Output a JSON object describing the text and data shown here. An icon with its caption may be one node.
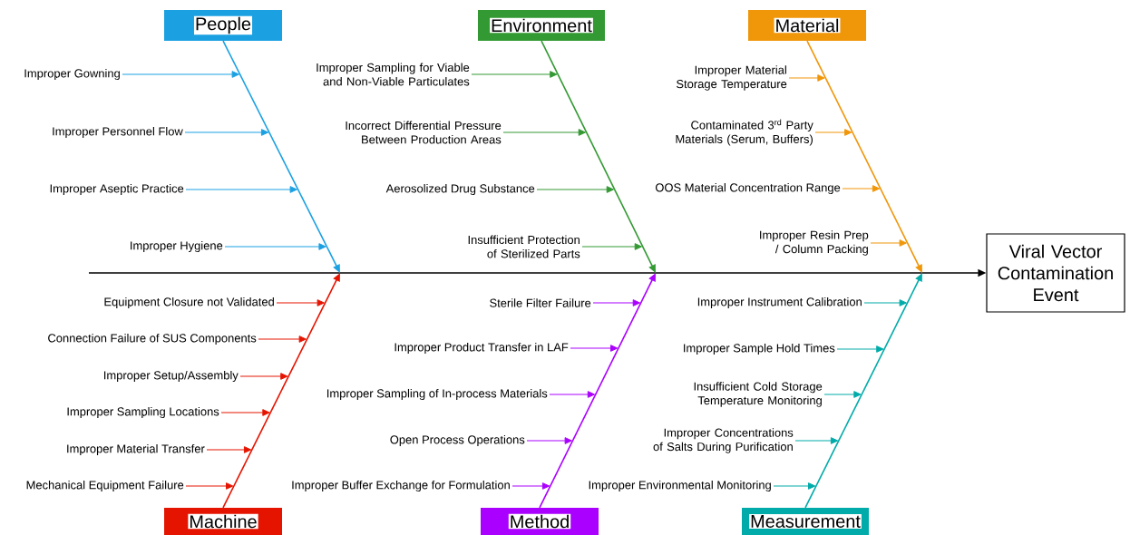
{
  "diagram": {
    "nodes": [
      {
        "text": [
          "People"
        ]
      },
      {
        "text": [
          "Improper Gowning"
        ]
      },
      {
        "text": [
          "Improper Personnel Flow"
        ]
      },
      {
        "text": [
          "Improper Aseptic Practice"
        ]
      },
      {
        "text": [
          "Improper Hygiene"
        ]
      },
      {
        "text": [
          "Environment"
        ]
      },
      {
        "text": [
          "Improper Sampling for Viable and Non-Viable Particulates"
        ]
      },
      {
        "text": [
          "Incorrect Differential Pressure Between Production Areas"
        ]
      },
      {
        "text": [
          "Aerosolized Drug Substance"
        ]
      },
      {
        "text": [
          "Insufficient Protection of Sterilized Parts"
        ]
      },
      {
        "text": [
          "Material"
        ]
      },
      {
        "text": [
          "Improper Material Storage Temperature"
        ]
      },
      {
        "text": [
          "Contaminated 3$^{rd}$ Party Materials (Serum, Buffers)"
        ]
      },
      {
        "text": [
          "OOS Material Concentration Range"
        ]
      },
      {
        "text": [
          "Improper Resin Prep / Column Packing"
        ]
      },
      {
        "text": [
          "Viral Vector Contamination Event"
        ]
      },
      {
        "text": [
          "Machine"
        ]
      },
      {
        "text": [
          "Equipment Closure not Validated"
        ]
      },
      {
        "text": [
          "Connection Failure of SUS Components"
        ]
      },
      {
        "text": [
          "Improper Setup/Assembly"
        ]
      },
      {
        "text": [
          "Improper Sampling Locations"
        ]
      },
      {
        "text": [
          "Improper Material Transfer"
        ]
      },
      {
        "text": [
          "Mechanical Equipment Failure"
        ]
      },
      {
        "text": [
          "Method"
        ]
      },
      {
        "text": [
          "Sterile Filter Failure"
        ]
      },
      {
        "text": [
          "Improper Product Transfer in LAF"
        ]
      },
      {
        "text": [
          "Improper Sampling of In-process Materials"
        ]
      },
      {
        "text": [
          "Open Process Operations"
        ]
      },
      {
        "text": [
          "Improper Buffer Exchange for Formulation"
        ]
      },
      {
        "text": [
          "Measurement"
        ]
      },
      {
        "text": [
          "Improper Instrument Calibration"
        ]
      },
      {
        "text": [
          "Improper Sample Hold Times"
        ]
      },
      {
        "text": [
          "Insufficient Cold Storage Temperature Monitoring"
        ]
      },
      {
        "text": [
          "Improper Concentrations of Salts During Purification"
        ]
      },
      {
        "text": [
          "Improper Environmental Monitoring"
        ]
      }
    ],
    "edges": [
      {
        "from": null,
        "to": 15,
        "arrow": "to",
        "color": "#000000"
      },
      {
        "from": 0,
        "to": null,
        "arrow": "to",
        "color": "#1ba1e2"
      },
      {
        "from": 1,
        "to": null,
        "arrow": "to",
        "color": "#1ba1e2"
      },
      {
        "from": 2,
        "to": null,
        "arrow": "to",
        "color": "#1ba1e2"
      },
      {
        "from": 3,
        "to": null,
        "arrow": "to",
        "color": "#1ba1e2"
      },
      {
        "from": 4,
        "to": null,
        "arrow": "to",
        "color": "#1ba1e2"
      },
      {
        "from": 5,
        "to": null,
        "arrow": "to",
        "color": "#339933"
      },
      {
        "from": 6,
        "to": null,
        "arrow": "to",
        "color": "#339933"
      },
      {
        "from": 7,
        "to": null,
        "arrow": "to",
        "color": "#339933"
      },
      {
        "from": 8,
        "to": null,
        "arrow": "to",
        "color": "#339933"
      },
      {
        "from": 9,
        "to": null,
        "arrow": "to",
        "color": "#339933"
      },
      {
        "from": 10,
        "to": null,
        "arrow": "to",
        "color": "#f09609"
      },
      {
        "from": 11,
        "to": null,
        "arrow": "to",
        "color": "#f09609"
      },
      {
        "from": 12,
        "to": null,
        "arrow": "to",
        "color": "#f09609"
      },
      {
        "from": 13,
        "to": null,
        "arrow": "to",
        "color": "#f09609"
      },
      {
        "from": 14,
        "to": null,
        "arrow": "to",
        "color": "#f09609"
      },
      {
        "from": 16,
        "to": null,
        "arrow": "to",
        "color": "#e51400"
      },
      {
        "from": 17,
        "to": null,
        "arrow": "to",
        "color": "#e51400"
      },
      {
        "from": 18,
        "to": null,
        "arrow": "to",
        "color": "#e51400"
      },
      {
        "from": 19,
        "to": null,
        "arrow": "to",
        "color": "#e51400"
      },
      {
        "from": 20,
        "to": null,
        "arrow": "to",
        "color": "#e51400"
      },
      {
        "from": 21,
        "to": null,
        "arrow": "to",
        "color": "#e51400"
      },
      {
        "from": 22,
        "to": null,
        "arrow": "to",
        "color": "#e51400"
      },
      {
        "from": 23,
        "to": null,
        "arrow": "to",
        "color": "#aa00ff"
      },
      {
        "from": 24,
        "to": null,
        "arrow": "to",
        "color": "#aa00ff"
      },
      {
        "from": 25,
        "to": null,
        "arrow": "to",
        "color": "#aa00ff"
      },
      {
        "from": 26,
        "to": null,
        "arrow": "to",
        "color": "#aa00ff"
      },
      {
        "from": 27,
        "to": null,
        "arrow": "to",
        "color": "#aa00ff"
      },
      {
        "from": 28,
        "to": null,
        "arrow": "to",
        "color": "#aa00ff"
      },
      {
        "from": 29,
        "to": null,
        "arrow": "to",
        "color": "#00aba9"
      },
      {
        "from": 30,
        "to": null,
        "arrow": "to",
        "color": "#00aba9"
      },
      {
        "from": 31,
        "to": null,
        "arrow": "to",
        "color": "#00aba9"
      },
      {
        "from": 32,
        "to": null,
        "arrow": "to",
        "color": "#00aba9"
      },
      {
        "from": 33,
        "to": null,
        "arrow": "to",
        "color": "#00aba9"
      },
      {
        "from": 34,
        "to": null,
        "arrow": "to",
        "color": "#00aba9"
      }
    ]
  }
}
